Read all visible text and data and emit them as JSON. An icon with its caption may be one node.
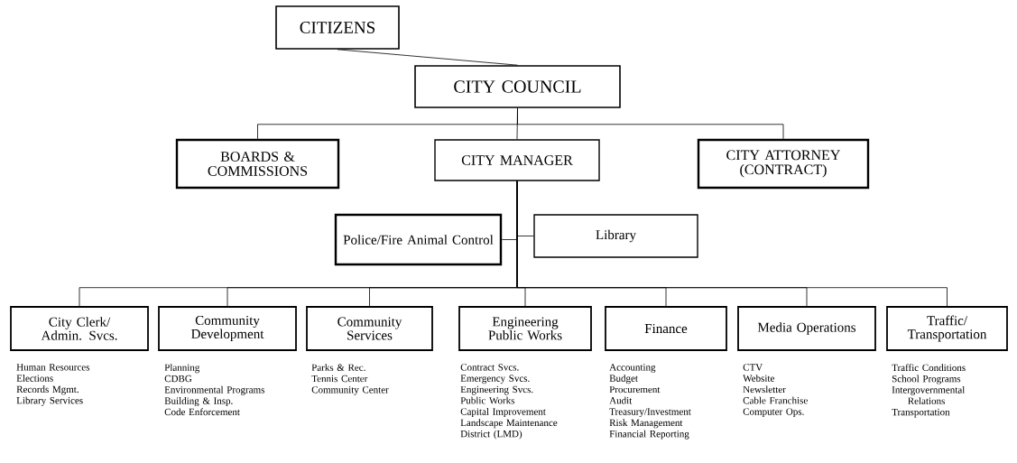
{
  "diagram": {
    "nodes": [
      {
        "text": [
          "CITIZENS"
        ]
      },
      {
        "text": [
          "CITY COUNCIL"
        ]
      },
      {
        "text": [
          "BOARDS & COMMISSIONS"
        ]
      },
      {
        "text": [
          "CITY MANAGER"
        ]
      },
      {
        "text": [
          "CITY ATTORNEY (CONTRACT)"
        ]
      },
      {
        "text": [
          "Police/Fire Animal Control"
        ]
      },
      {
        "text": [
          "Library"
        ]
      },
      {
        "text": [
          "City Clerk/ Admin. Svcs."
        ],
        "beside": [
          "Human Resources",
          "Elections",
          "Records Mgmt.",
          "Library Services"
        ]
      },
      {
        "text": [
          "Community Development"
        ],
        "beside": [
          "Planning",
          "CDBG",
          "Environmental Programs",
          "Building & Insp.",
          "Code Enforcement"
        ]
      },
      {
        "text": [
          "Community Services"
        ],
        "beside": [
          "Parks & Rec.",
          "Tennis Center",
          "Community Center"
        ]
      },
      {
        "text": [
          "Engineering Public Works"
        ],
        "beside": [
          "Contract Svcs.",
          "Emergency Svcs.",
          "Engineering Svcs.",
          "Public Works",
          "Capital Improvement",
          "Landscape Maintenance District (LMD)"
        ]
      },
      {
        "text": [
          "Finance"
        ],
        "beside": [
          "Accounting",
          "Budget",
          "Procurement",
          "Audit",
          "Treasury/Investment",
          "Risk Management",
          "Financial Reporting"
        ]
      },
      {
        "text": [
          "Media Operations"
        ],
        "beside": [
          "CTV",
          "Website",
          "Newsletter",
          "Cable Franchise",
          "Computer Ops."
        ]
      },
      {
        "text": [
          "Traffic/ Transportation"
        ],
        "beside": [
          "Traffic Conditions",
          "School Programs",
          "Intergovernmental Relations",
          "Transportation"
        ]
      }
    ],
    "edges": [
      {
        "from": 0,
        "to": 1,
        "arrow": "none"
      },
      {
        "from": 1,
        "to": 2,
        "arrow": "none"
      },
      {
        "from": 1,
        "to": 3,
        "arrow": "none"
      },
      {
        "from": 1,
        "to": 4,
        "arrow": "none"
      },
      {
        "from": 3,
        "to": 5,
        "arrow": "none"
      },
      {
        "from": 3,
        "to": 6,
        "arrow": "none"
      },
      {
        "from": 3,
        "to": 7,
        "arrow": "none"
      },
      {
        "from": 3,
        "to": 8,
        "arrow": "none"
      },
      {
        "from": 3,
        "to": 9,
        "arrow": "none"
      },
      {
        "from": 3,
        "to": 10,
        "arrow": "none"
      },
      {
        "from": 3,
        "to": 11,
        "arrow": "none"
      },
      {
        "from": 3,
        "to": 12,
        "arrow": "none"
      },
      {
        "from": 3,
        "to": 13,
        "arrow": "none"
      }
    ]
  }
}
